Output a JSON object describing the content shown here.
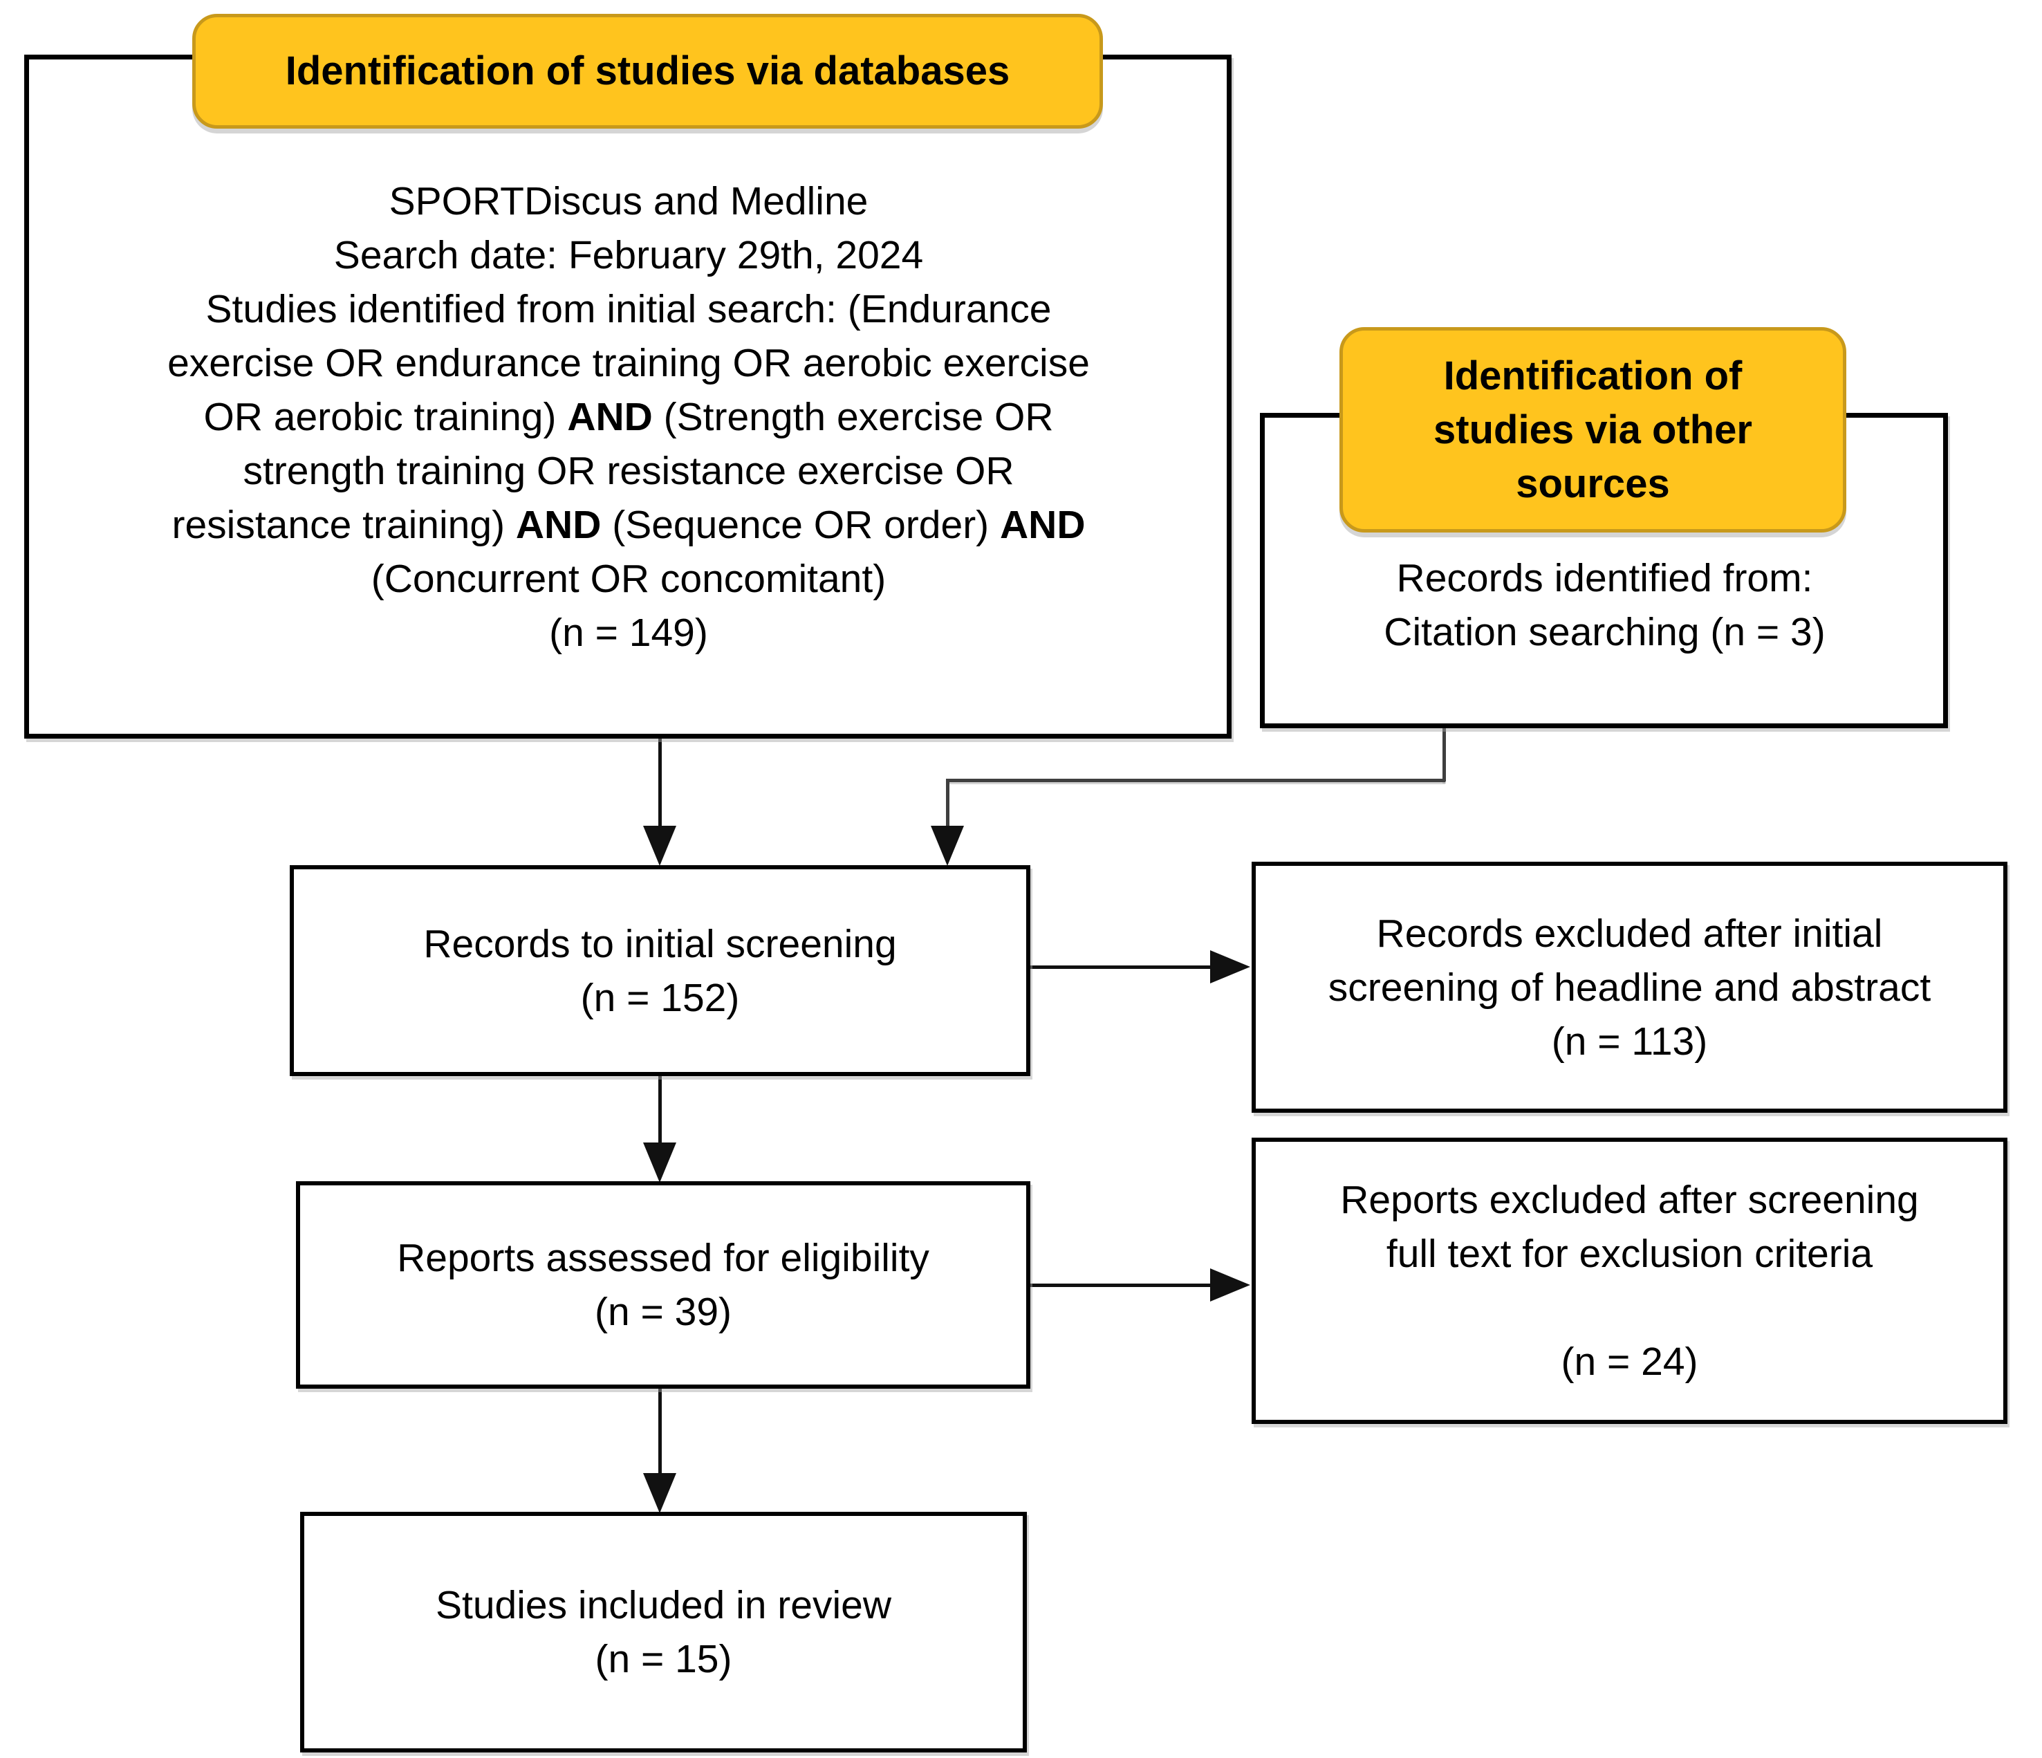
{
  "diagram": {
    "colors": {
      "header_fill": "#FFC41E",
      "header_border": "#C8991B",
      "connector": "#111111",
      "elbow": "#3f3f3f"
    },
    "databases_group": {
      "header": "Identification of studies via databases",
      "body_lines": [
        {
          "segments": [
            {
              "text": "SPORTDiscus and Medline"
            }
          ]
        },
        {
          "segments": [
            {
              "text": "Search date: February 29th, 2024"
            }
          ]
        },
        {
          "segments": [
            {
              "text": "Studies identified from initial search: (Endurance"
            }
          ]
        },
        {
          "segments": [
            {
              "text": "exercise OR endurance training OR aerobic exercise"
            }
          ]
        },
        {
          "segments": [
            {
              "text": "OR aerobic training) "
            },
            {
              "text": "AND",
              "bold": true
            },
            {
              "text": " (Strength exercise OR"
            }
          ]
        },
        {
          "segments": [
            {
              "text": "strength training OR resistance exercise OR"
            }
          ]
        },
        {
          "segments": [
            {
              "text": "resistance training) "
            },
            {
              "text": "AND",
              "bold": true
            },
            {
              "text": " (Sequence OR order) "
            },
            {
              "text": "AND",
              "bold": true
            }
          ]
        },
        {
          "segments": [
            {
              "text": "(Concurrent OR concomitant)"
            }
          ]
        },
        {
          "segments": [
            {
              "text": "(n = 149)"
            }
          ]
        }
      ]
    },
    "other_sources_group": {
      "header": "Identification of\nstudies via other\nsources",
      "body": "Records identified from:\nCitation searching (n = 3)"
    },
    "screening_box": "Records to initial screening\n(n = 152)",
    "excluded_initial_box": "Records excluded after initial\nscreening of headline and abstract\n(n = 113)",
    "eligibility_box": "Reports assessed for eligibility\n(n = 39)",
    "excluded_fulltext_box": "Reports excluded after screening\nfull text for exclusion criteria\n\n(n = 24)",
    "included_box": "Studies included in review\n(n = 15)",
    "counts": {
      "identified_databases": 149,
      "identified_other_sources": 3,
      "to_initial_screening": 152,
      "excluded_initial_screening": 113,
      "assessed_eligibility": 39,
      "excluded_full_text": 24,
      "included_in_review": 15
    }
  }
}
